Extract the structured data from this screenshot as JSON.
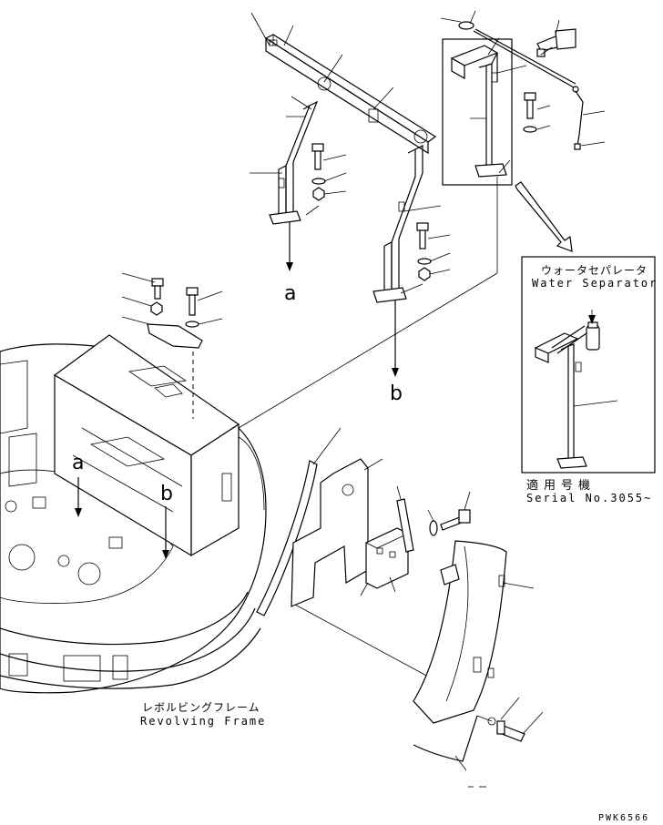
{
  "labels": {
    "water_separator_ja": "ウォータセパレータ",
    "water_separator_en": "Water Separator",
    "serial_ja": "適用号機",
    "serial_en": "Serial No.3055~",
    "revolving_frame_ja": "レボルビングフレーム",
    "revolving_frame_en": "Revolving Frame",
    "ref_a_top": "a",
    "ref_b_top": "b",
    "ref_a_frame": "a",
    "ref_b_frame": "b",
    "drawing_code": "PWK6566"
  }
}
